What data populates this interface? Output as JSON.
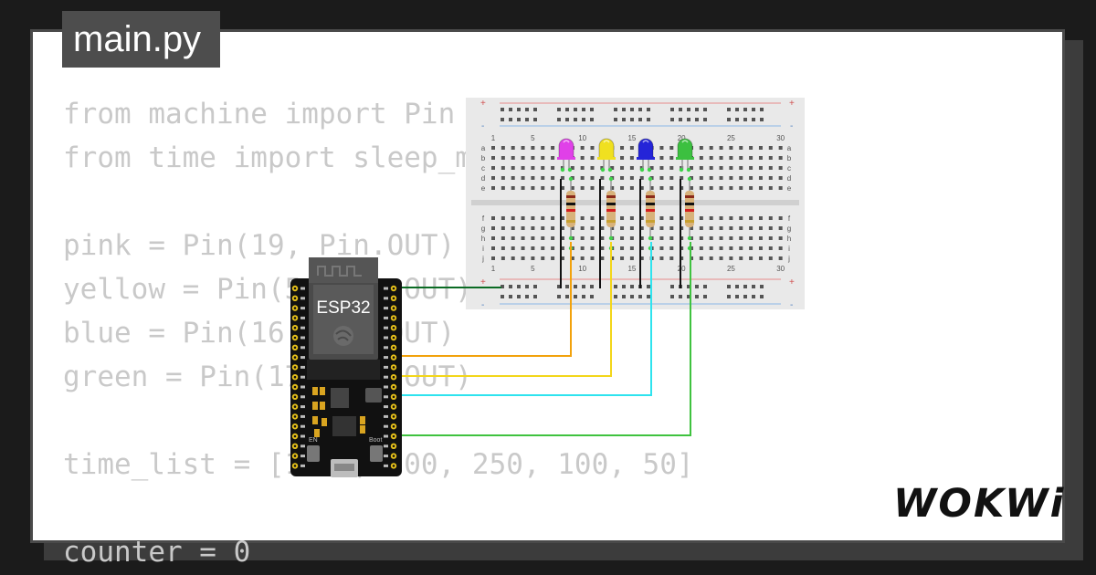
{
  "file_tab": {
    "label": "main.py"
  },
  "code_lines": [
    "from machine import Pin",
    "from time import sleep_ms",
    "",
    "pink = Pin(19, Pin.OUT)",
    "yellow = Pin(5, Pin.OUT)",
    "blue = Pin(16, Pin.OUT)",
    "green = Pin(17, Pin.OUT)",
    "",
    "time_list = [1000, 500, 250, 100, 50]",
    "",
    "counter = 0"
  ],
  "board": {
    "label": "ESP32",
    "button_en": "EN",
    "button_boot": "Boot"
  },
  "breadboard": {
    "column_numbers": [
      "1",
      "5",
      "10",
      "15",
      "20",
      "25",
      "30"
    ],
    "row_letters_top": [
      "a",
      "b",
      "c",
      "d",
      "e"
    ],
    "row_letters_bottom": [
      "f",
      "g",
      "h",
      "i",
      "j"
    ],
    "rail_plus": "+",
    "rail_minus": "-"
  },
  "leds": [
    {
      "color": "pink",
      "hex": "#e040e8"
    },
    {
      "color": "yellow",
      "hex": "#f0e020"
    },
    {
      "color": "blue",
      "hex": "#2424d8"
    },
    {
      "color": "green",
      "hex": "#3cc040"
    }
  ],
  "wires": [
    {
      "name": "gnd",
      "hex": "#0b6b24"
    },
    {
      "name": "pink-signal",
      "hex": "#f2a20c"
    },
    {
      "name": "yellow-signal",
      "hex": "#f3d61a"
    },
    {
      "name": "blue-signal",
      "hex": "#2ee3ee"
    },
    {
      "name": "green-signal",
      "hex": "#3fc23f"
    }
  ],
  "logo": {
    "text": "WOKWi"
  }
}
